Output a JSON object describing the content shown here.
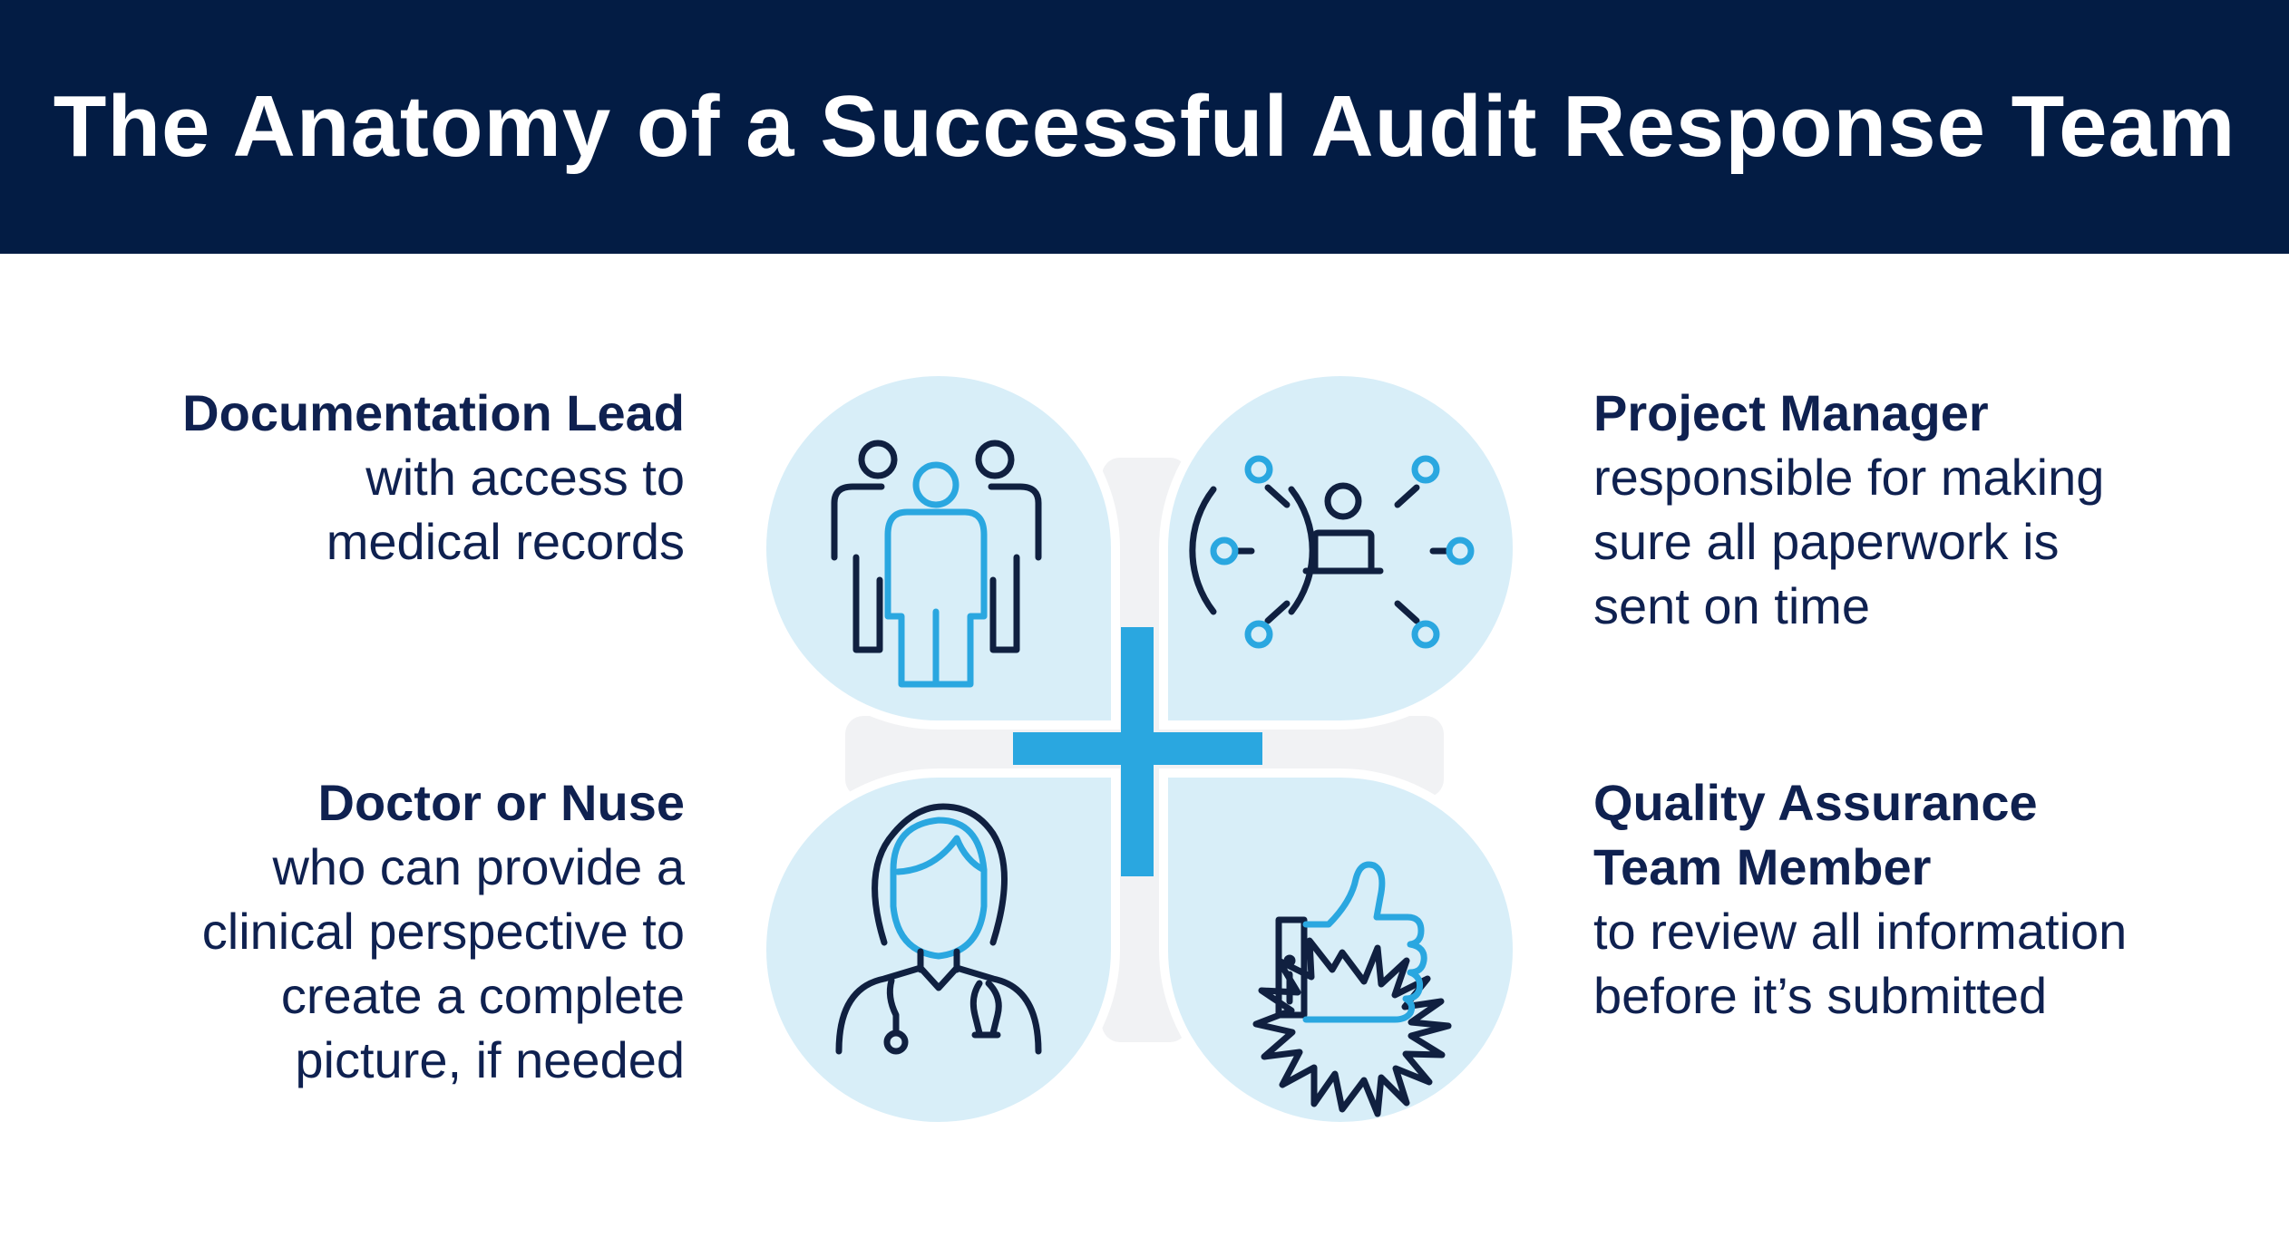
{
  "header": {
    "title": "The Anatomy of a Successful Audit Response Team"
  },
  "roles": [
    {
      "title": "Documentation Lead",
      "description": "with access to\nmedical records",
      "icon": "team-icon"
    },
    {
      "title": "Project Manager",
      "description": "responsible for making\nsure all paperwork is\nsent on time",
      "icon": "network-icon"
    },
    {
      "title": "Doctor or Nuse",
      "description": "who can provide a\nclinical perspective to\ncreate a complete\npicture, if needed",
      "icon": "doctor-icon"
    },
    {
      "title": "Quality Assurance\nTeam Member",
      "description": "to review all information\nbefore it’s submitted",
      "icon": "thumbs-up-badge-icon"
    }
  ],
  "colors": {
    "navy": "#031c44",
    "text": "#0f2150",
    "accent": "#2aa7e0",
    "circle_fill": "#d8eef8",
    "icon_dark": "#102040"
  }
}
